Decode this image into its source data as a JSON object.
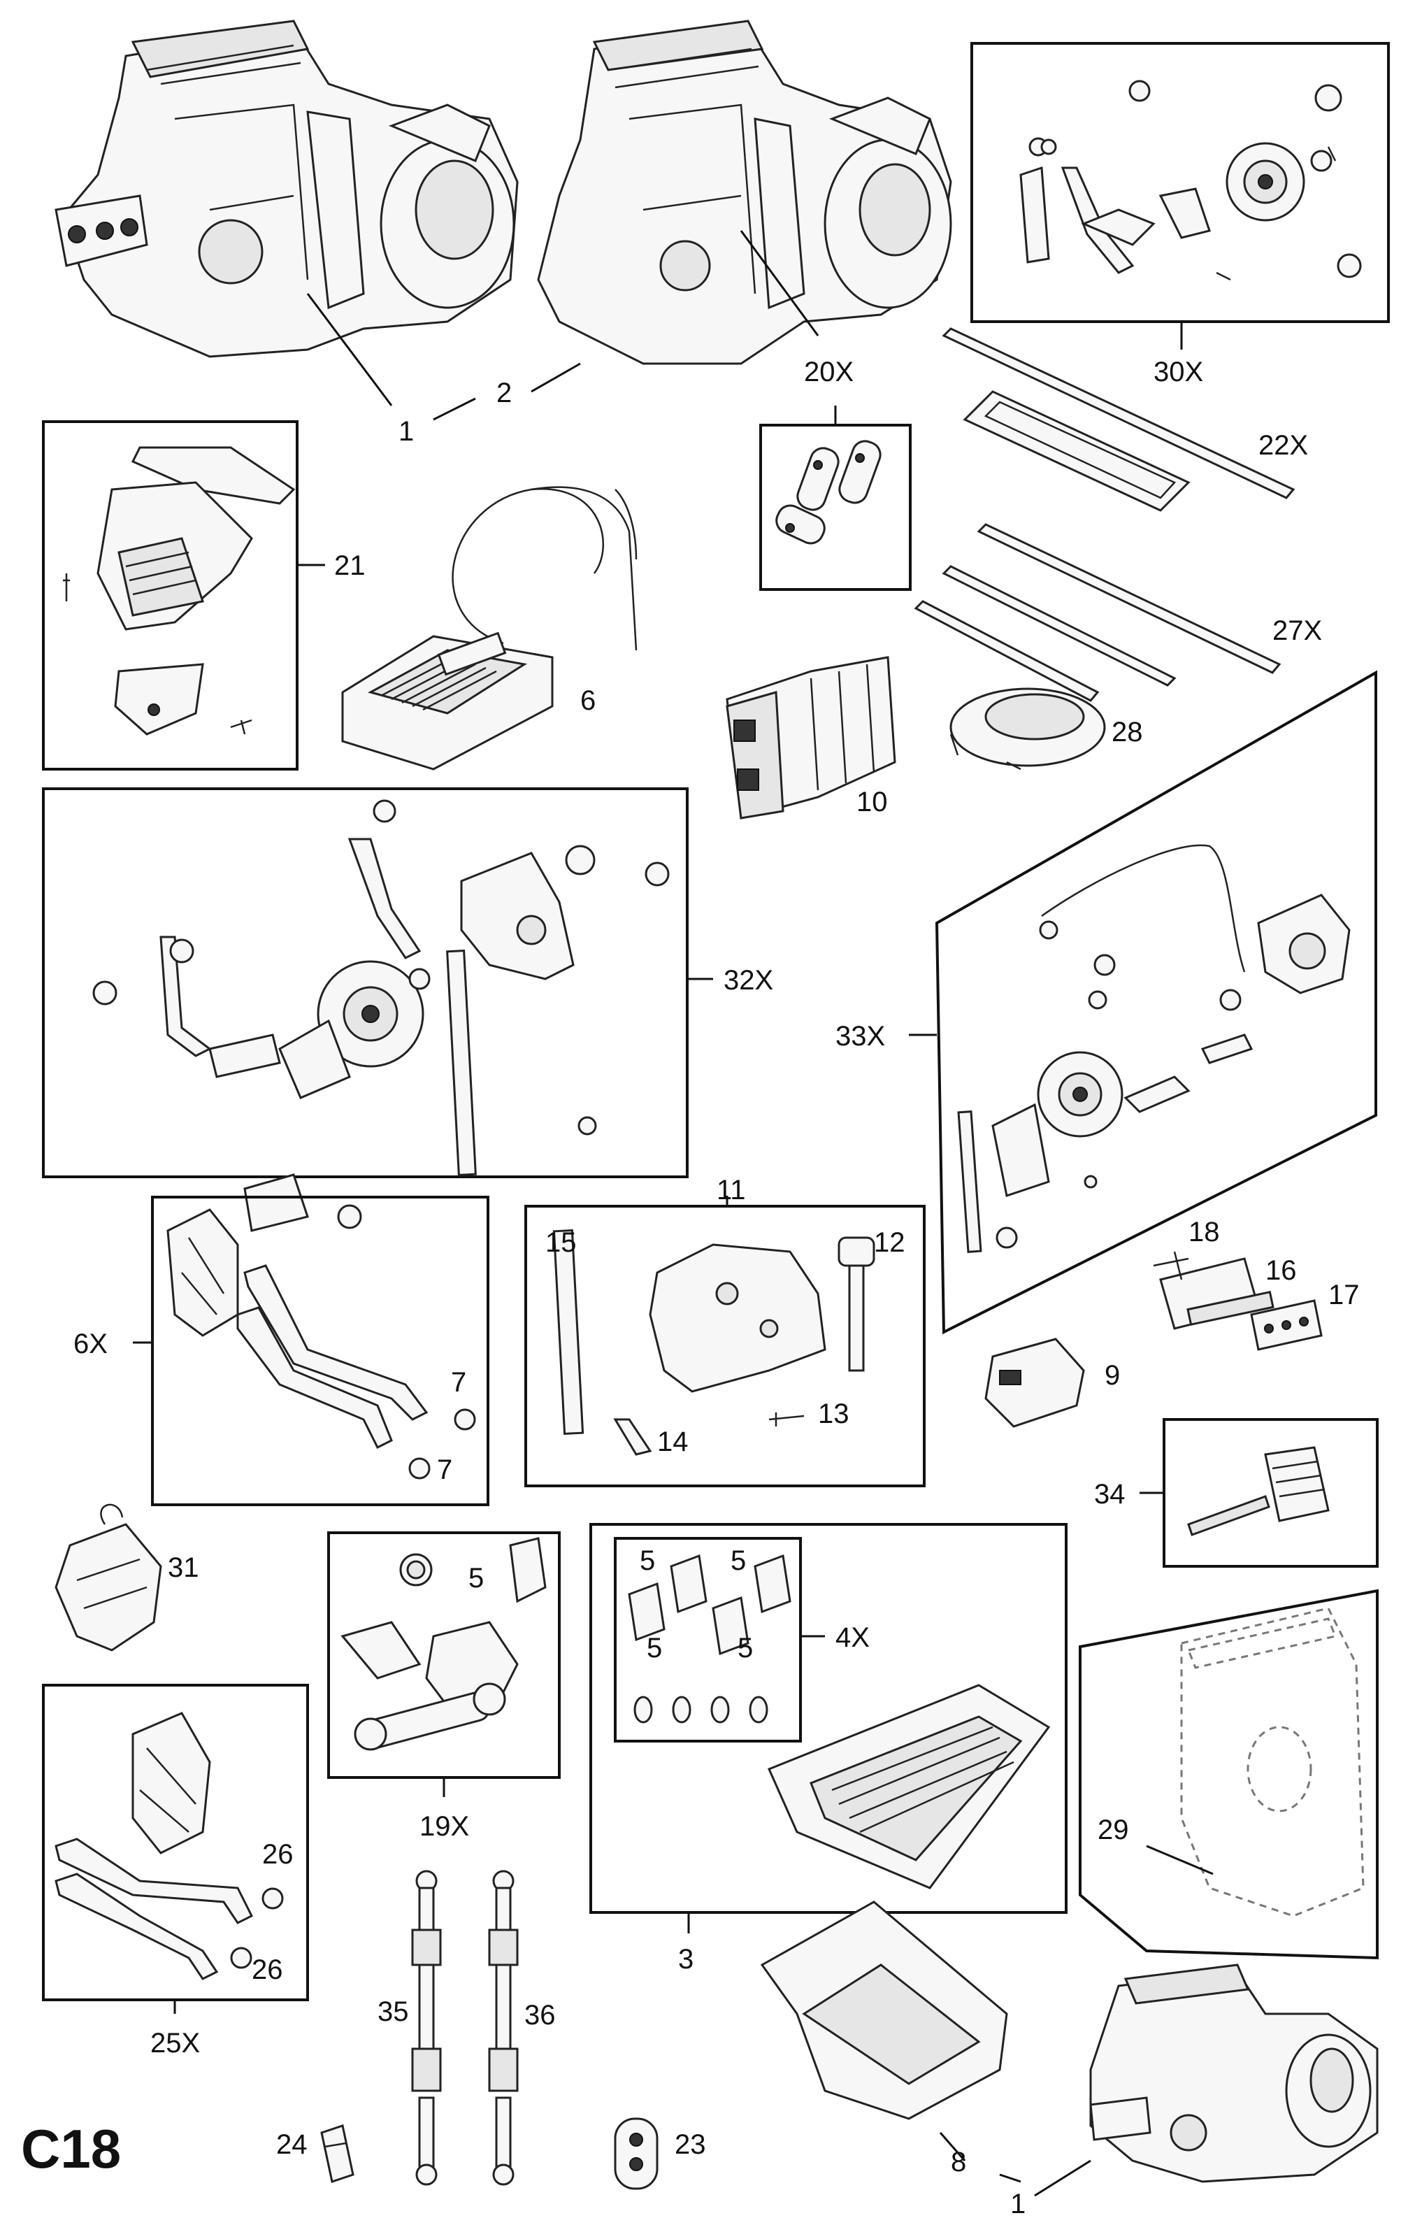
{
  "diagram": {
    "code": "C18",
    "labels": {
      "l1a": "1",
      "l2": "2",
      "l20x": "20X",
      "l30x": "30X",
      "l22x": "22X",
      "l21": "21",
      "l6": "6",
      "l27x": "27X",
      "l10": "10",
      "l28": "28",
      "l32x": "32X",
      "l33x": "33X",
      "l11": "11",
      "l15": "15",
      "l12": "12",
      "l6x": "6X",
      "l7a": "7",
      "l7b": "7",
      "l14": "14",
      "l13": "13",
      "l18": "18",
      "l16": "16",
      "l17": "17",
      "l9": "9",
      "l34": "34",
      "l31": "31",
      "l5a": "5",
      "l19x": "19X",
      "l5b": "5",
      "l5c": "5",
      "l5d": "5",
      "l5e": "5",
      "l4x": "4X",
      "l3": "3",
      "l29": "29",
      "l26a": "26",
      "l26b": "26",
      "l25x": "25X",
      "l35": "35",
      "l36": "36",
      "l8": "8",
      "l1b": "1",
      "l24": "24",
      "l23": "23"
    }
  }
}
